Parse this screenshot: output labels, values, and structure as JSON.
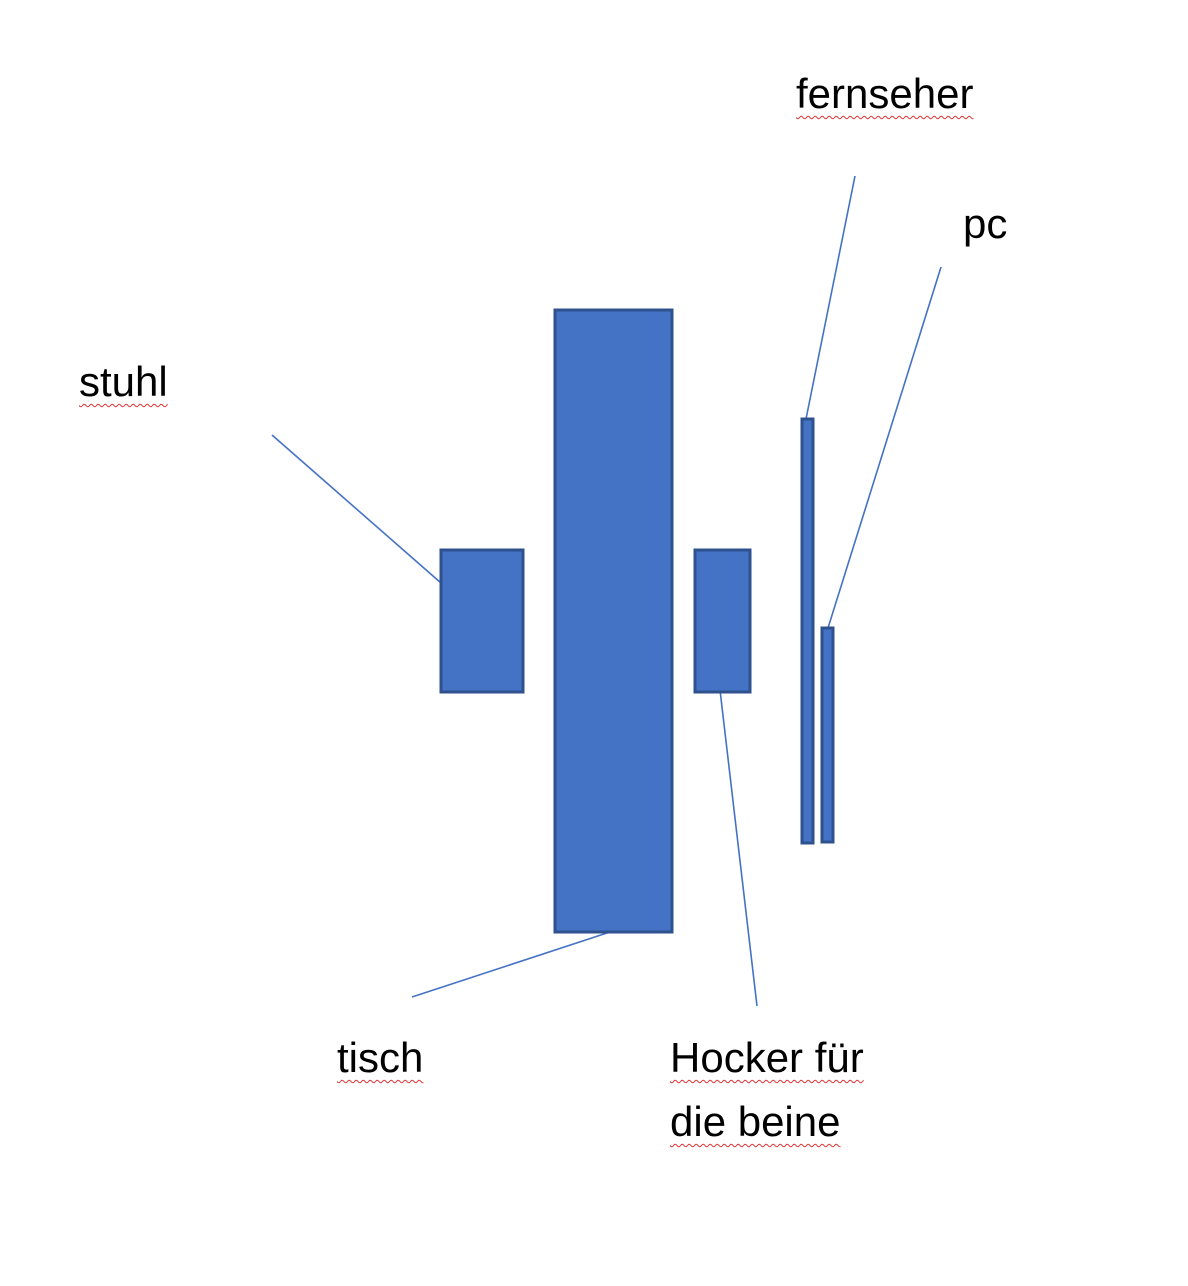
{
  "colors": {
    "shape_fill": "#4472c4",
    "shape_outline": "#2f528f",
    "connector": "#4472c4",
    "text": "#000000",
    "spellcheck_underline": "#e03030"
  },
  "labels": {
    "fernseher": "fernseher",
    "pc": "pc",
    "stuhl": "stuhl",
    "tisch": "tisch",
    "hocker_line1": "Hocker für",
    "hocker_line2": "die beine"
  }
}
